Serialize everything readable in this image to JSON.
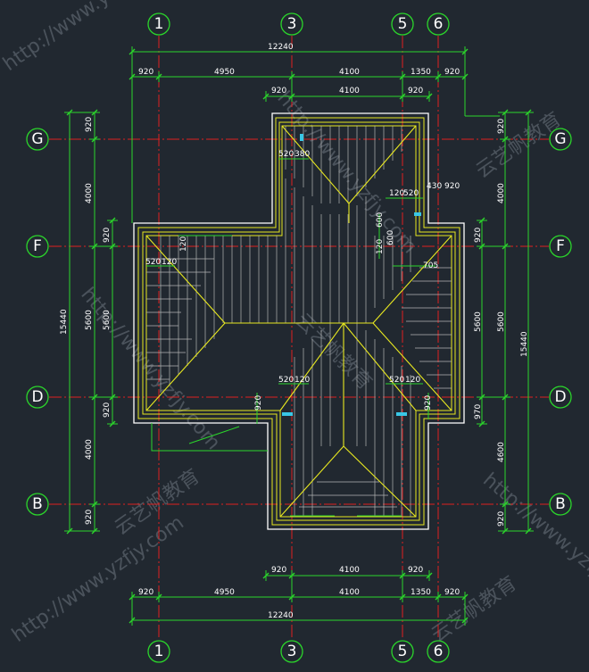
{
  "axes": {
    "columns": [
      "1",
      "3",
      "5",
      "6"
    ],
    "rows": [
      "G",
      "F",
      "D",
      "B"
    ]
  },
  "dimensions": {
    "top_total": "12240",
    "top_chain": [
      "920",
      "4950",
      "4100",
      "1350",
      "920"
    ],
    "top_inner": [
      "920",
      "4100",
      "920"
    ],
    "bottom_total": "12240",
    "bottom_chain": [
      "920",
      "4950",
      "4100",
      "1350",
      "920"
    ],
    "bottom_inner": [
      "920",
      "4100",
      "920"
    ],
    "left_total": "15440",
    "left_chain": [
      "920",
      "4000",
      "920",
      "5600",
      "920",
      "4000",
      "920"
    ],
    "left_inner": "5600",
    "right_total": "15440",
    "right_chain": [
      "920",
      "4000",
      "920",
      "5600",
      "970",
      "4600",
      "920"
    ],
    "right_inner": "5600",
    "right_small": [
      "430",
      "920"
    ],
    "notes": {
      "n1": "520",
      "n2": "380",
      "n3": "120",
      "n4": "520",
      "n5": "520",
      "n6": "120",
      "n7": "705",
      "n8": "600",
      "n9": "600",
      "n10": "120",
      "n11": "120",
      "n12": "520",
      "n13": "120",
      "n14": "520",
      "n15": "920",
      "n16": "920",
      "n17": "120"
    }
  },
  "watermark": {
    "url": "http://www.yzfjy.com",
    "brand": "云艺帆教育"
  }
}
